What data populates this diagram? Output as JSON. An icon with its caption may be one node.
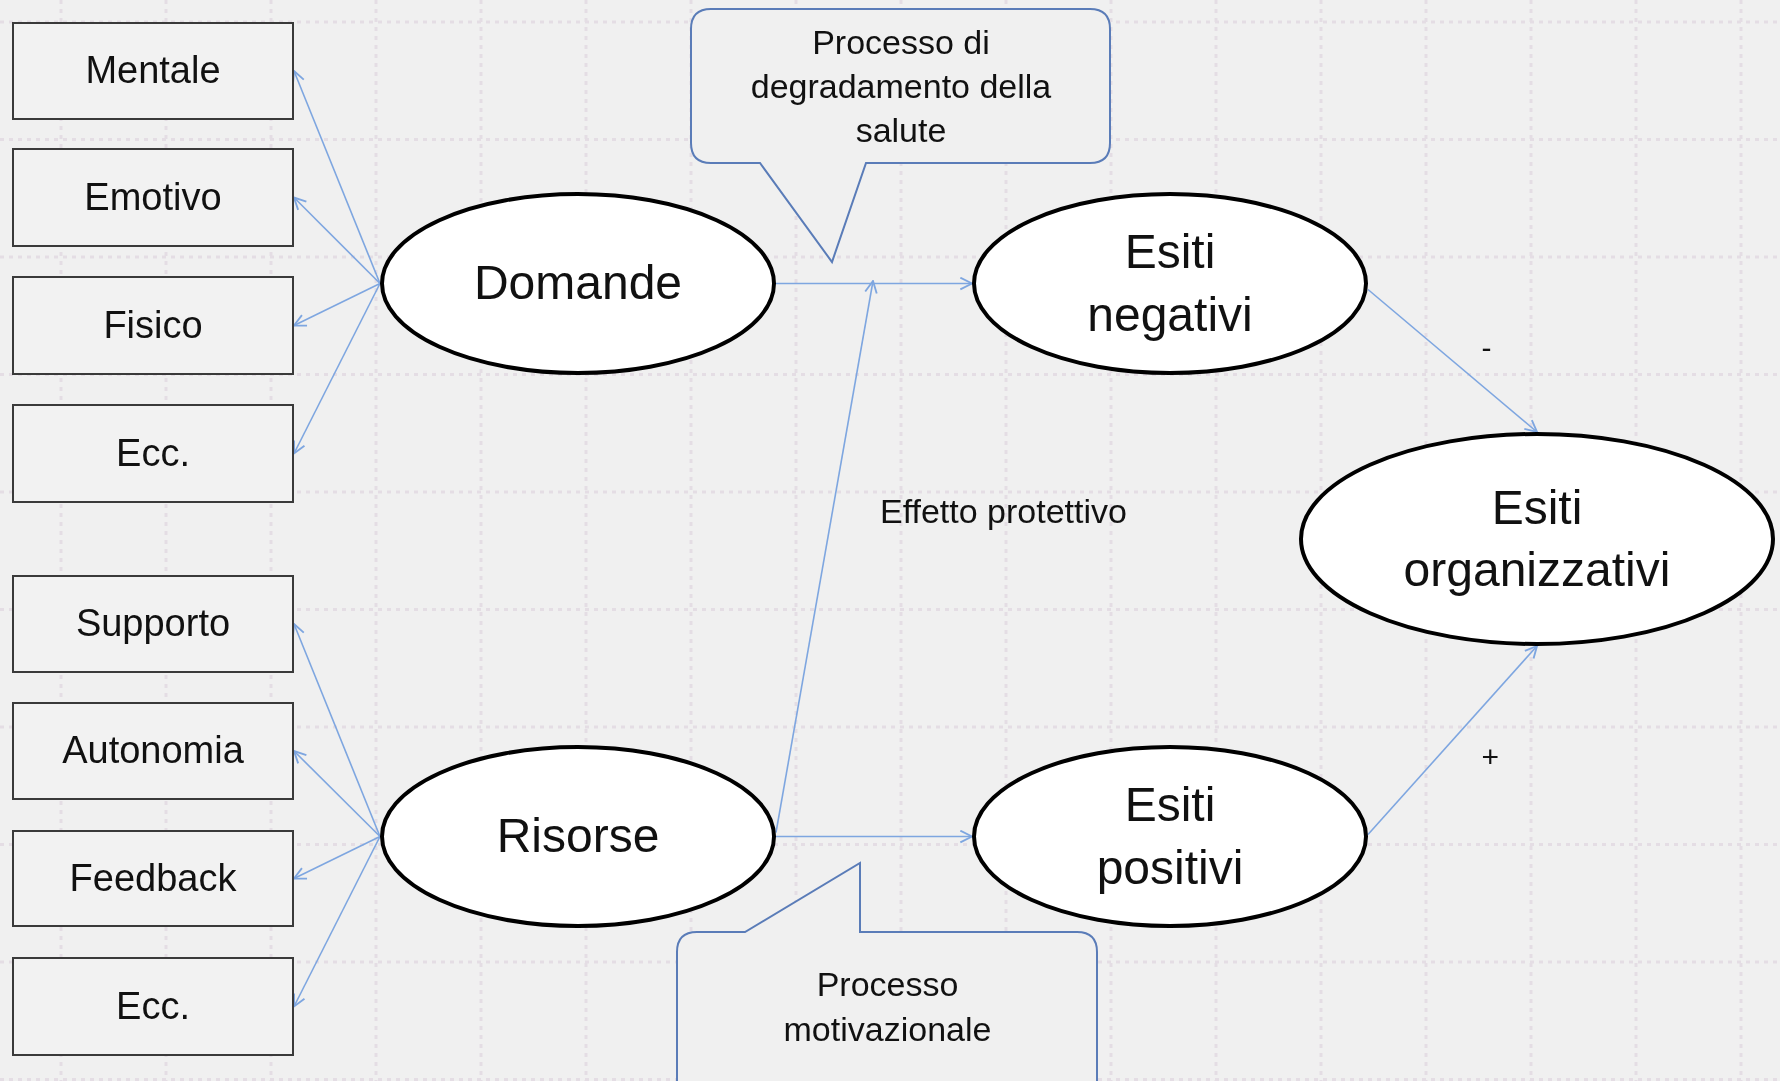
{
  "diagram": {
    "nodes": [
      {
        "text": [
          "Mentale"
        ]
      },
      {
        "text": [
          "Emotivo"
        ]
      },
      {
        "text": [
          "Fisico"
        ]
      },
      {
        "text": [
          "Ecc."
        ]
      },
      {
        "text": [
          "Supporto"
        ]
      },
      {
        "text": [
          "Autonomia"
        ]
      },
      {
        "text": [
          "Feedback"
        ]
      },
      {
        "text": [
          "Ecc."
        ]
      },
      {
        "text": [
          "Processo di degradamento della salute"
        ]
      },
      {
        "text": [
          "Domande"
        ]
      },
      {
        "text": [
          "Esiti negativi"
        ]
      },
      {
        "text": [
          "Esiti organizzativi"
        ]
      },
      {
        "text": [
          "Risorse"
        ]
      },
      {
        "text": [
          "Esiti positivi"
        ]
      },
      {
        "text": [
          "Processo motivazionale"
        ]
      }
    ],
    "edges": [
      {
        "from": 9,
        "to": 0,
        "arrow": "to"
      },
      {
        "from": 9,
        "to": 1,
        "arrow": "to"
      },
      {
        "from": 9,
        "to": 2,
        "arrow": "to"
      },
      {
        "from": 9,
        "to": 3,
        "arrow": "to"
      },
      {
        "from": 12,
        "to": 4,
        "arrow": "to"
      },
      {
        "from": 12,
        "to": 5,
        "arrow": "to"
      },
      {
        "from": 12,
        "to": 6,
        "arrow": "to"
      },
      {
        "from": 12,
        "to": 7,
        "arrow": "to"
      },
      {
        "from": 9,
        "to": 10,
        "arrow": "to"
      },
      {
        "from": 12,
        "to": 13,
        "arrow": "to"
      },
      {
        "from": 12,
        "to": null,
        "arrow": "to"
      },
      {
        "from": 10,
        "to": 11,
        "label": "-",
        "arrow": "to"
      },
      {
        "from": 13,
        "to": 11,
        "label": "+",
        "arrow": "to"
      }
    ],
    "labels": [
      "Effetto protettivo"
    ]
  }
}
